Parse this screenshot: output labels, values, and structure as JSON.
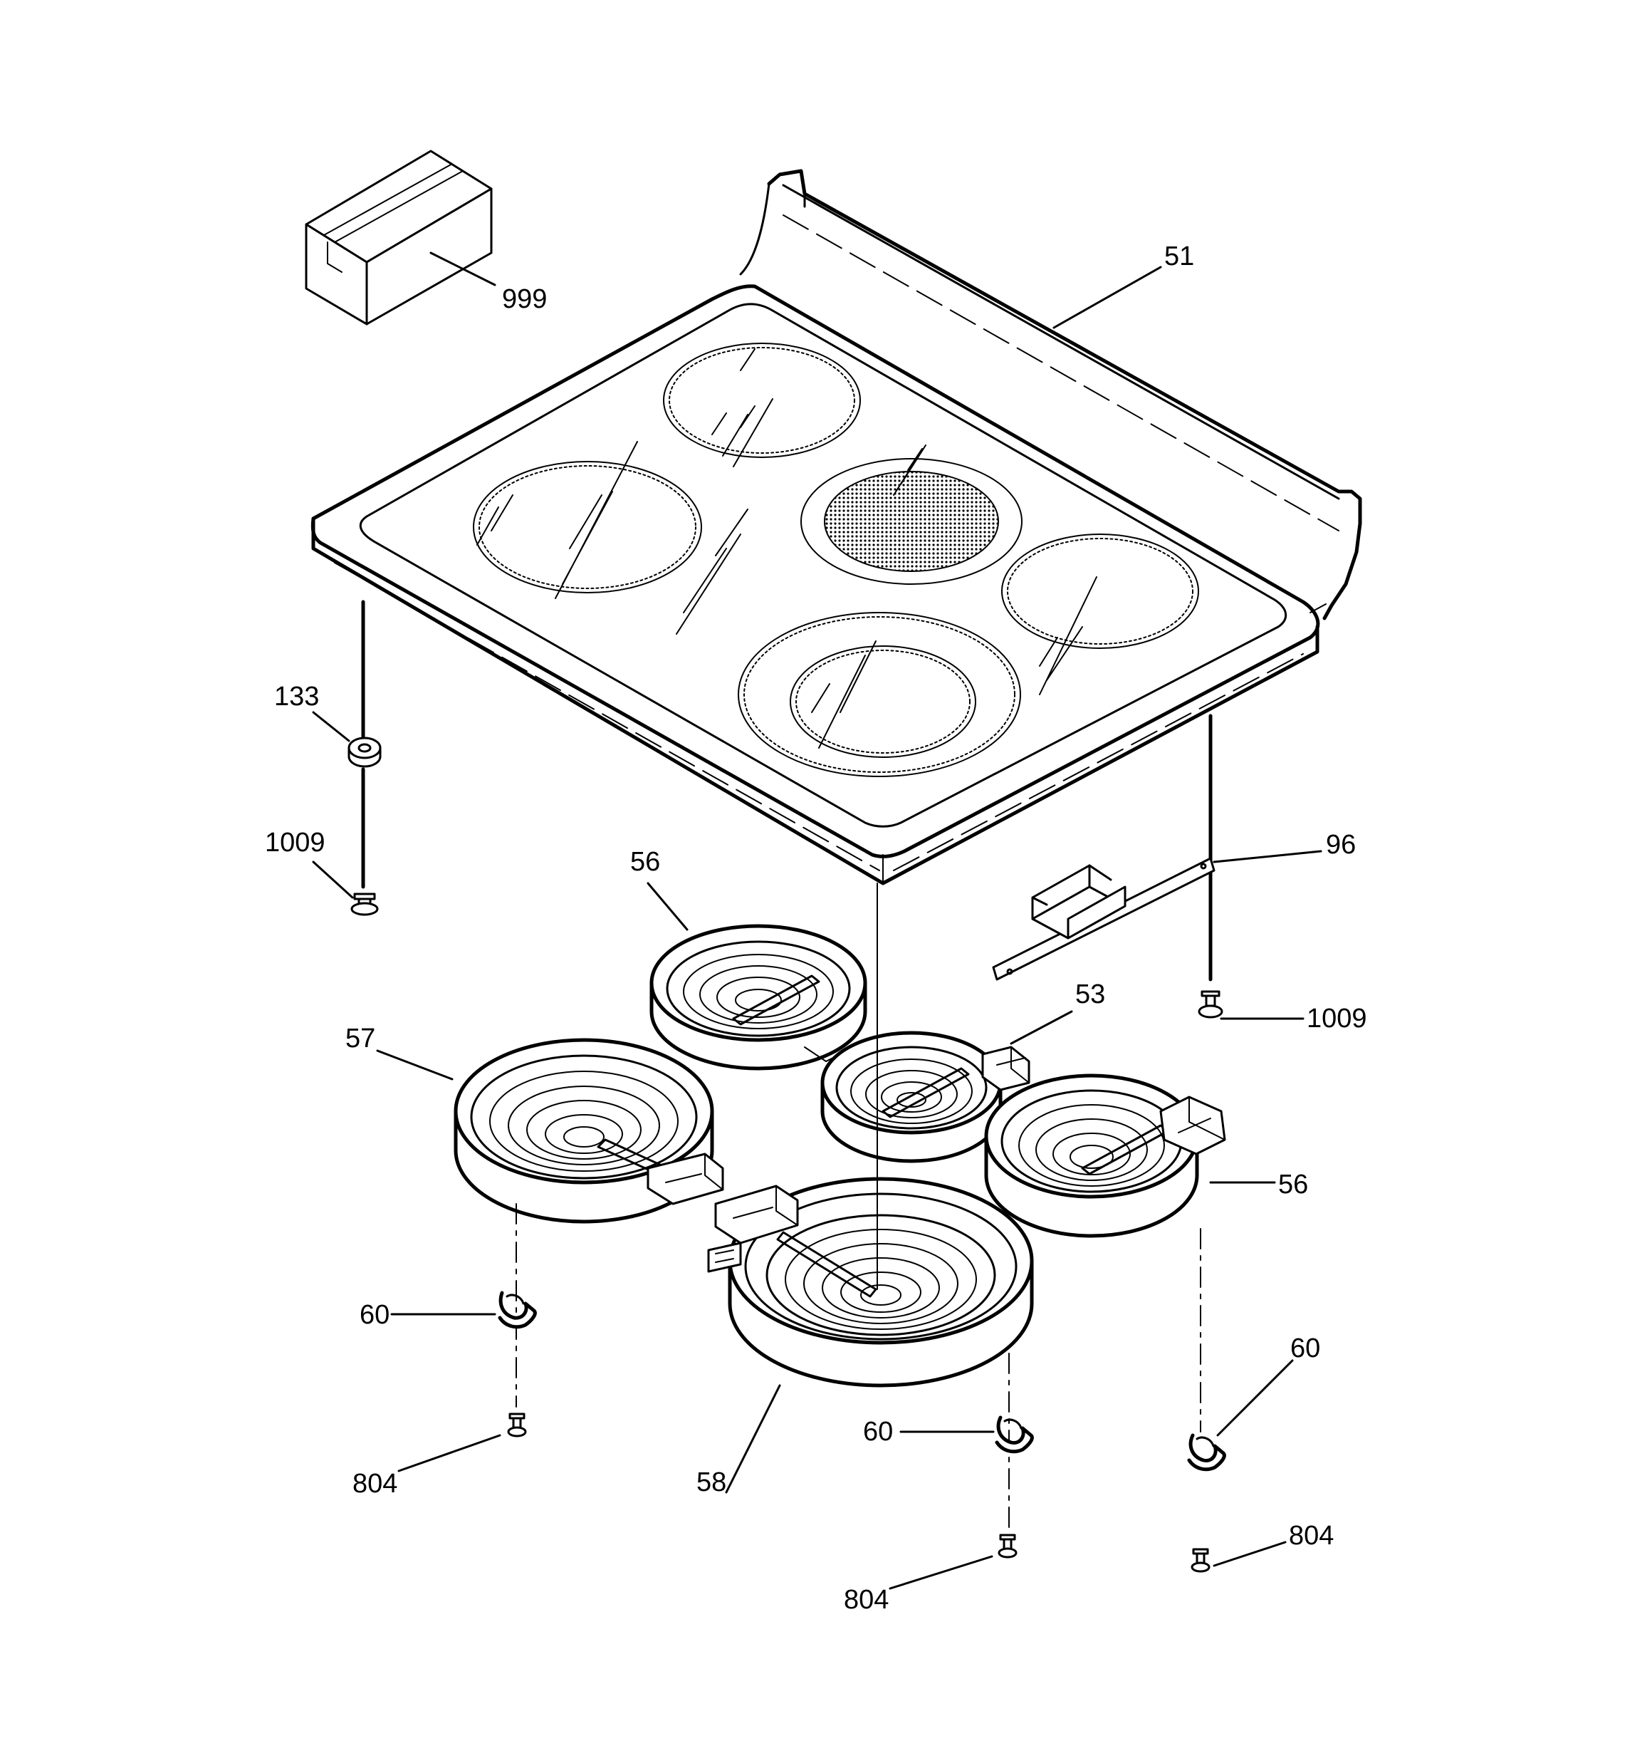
{
  "callouts": {
    "c999": "999",
    "c51": "51",
    "c133": "133",
    "c1009a": "1009",
    "c96": "96",
    "c1009b": "1009",
    "c56a": "56",
    "c53": "53",
    "c57": "57",
    "c56b": "56",
    "c60a": "60",
    "c60b": "60",
    "c60c": "60",
    "c804a": "804",
    "c58": "58",
    "c804b": "804",
    "c804c": "804"
  }
}
